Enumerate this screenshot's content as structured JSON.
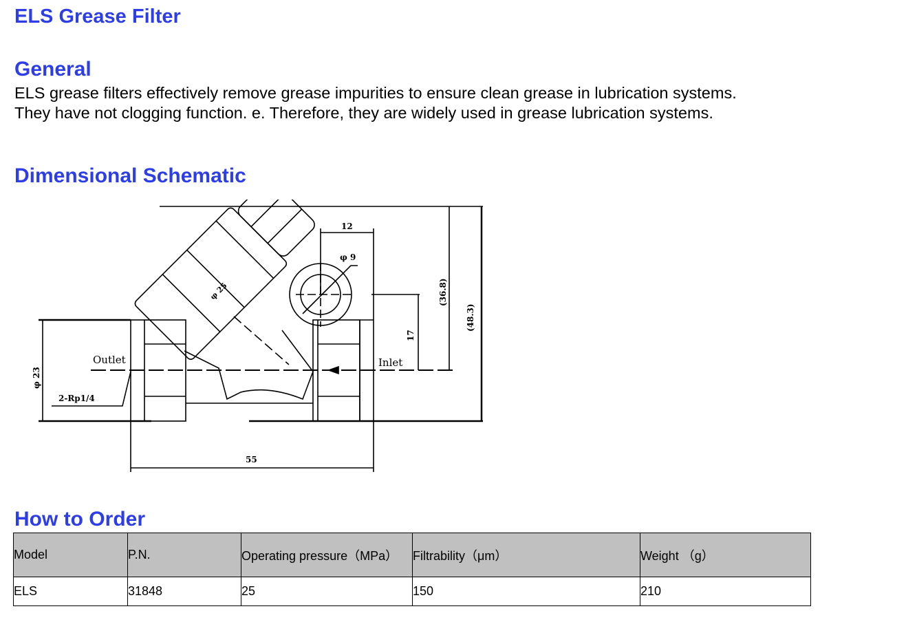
{
  "title": "ELS Grease Filter",
  "general": {
    "heading": "General",
    "lines": [
      "ELS grease filters effectively remove grease impurities to ensure clean grease in lubrication systems.",
      "They have not clogging function. e. Therefore, they are widely used in grease lubrication systems."
    ]
  },
  "schematic": {
    "heading": "Dimensional Schematic",
    "labels": {
      "outlet": "Outlet",
      "inlet": "Inlet",
      "dim_12": "12",
      "dim_phi9": "φ 9",
      "dim_phi25": "φ 25",
      "dim_17": "17",
      "dim_36_8": "(36.8)",
      "dim_48_3": "(48.3)",
      "dim_phi23": "φ 23",
      "thread": "2-Rp1/4",
      "dim_55": "55"
    }
  },
  "order": {
    "heading": "How to Order",
    "columns": [
      "Model",
      "P.N.",
      "Operating pressure（MPa）",
      "Filtrability（μm）",
      "Weight  （g）"
    ],
    "rows": [
      [
        "ELS",
        "31848",
        "25",
        "150",
        "210"
      ]
    ]
  }
}
